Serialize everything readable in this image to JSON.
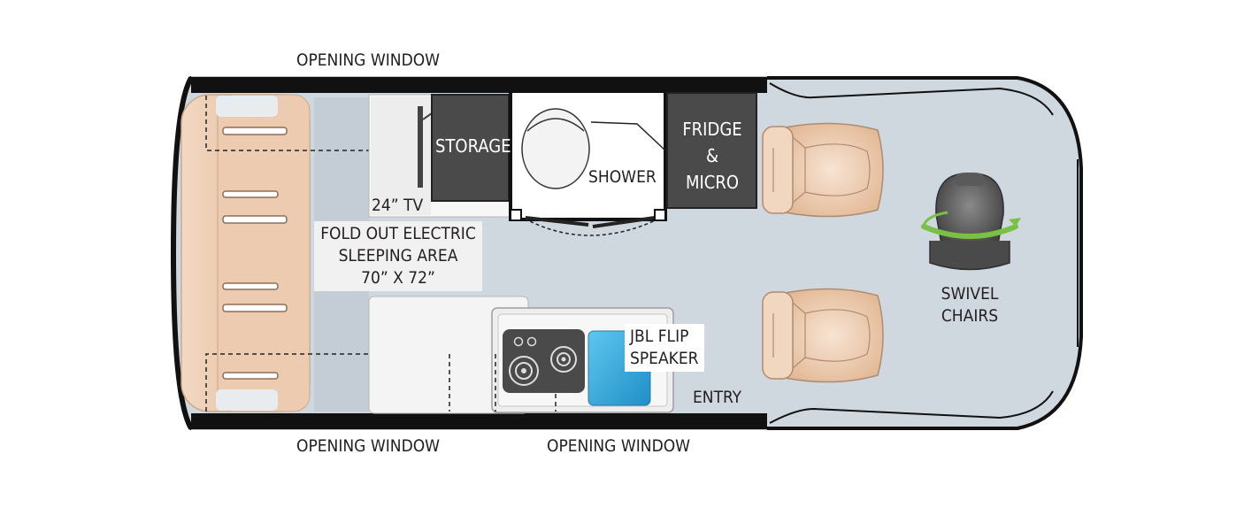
{
  "floorplan": {
    "labels": {
      "window_top": "OPENING WINDOW",
      "window_bottom_left": "OPENING WINDOW",
      "window_bottom_right": "OPENING WINDOW",
      "storage": "STORAGE",
      "tv": "24” TV",
      "shower": "SHOWER",
      "fridge_line1": "FRIDGE",
      "fridge_line2": "&",
      "fridge_line3": "MICRO",
      "sleep_line1": "FOLD OUT ELECTRIC",
      "sleep_line2": "SLEEPING AREA",
      "sleep_line3": "70” X 72”",
      "speaker_line1": "JBL FLIP",
      "speaker_line2": "SPEAKER",
      "entry": "ENTRY",
      "swivel_line1": "SWIVEL",
      "swivel_line2": "CHAIRS"
    },
    "icons": [
      "sofa-bed-icon",
      "tv-icon",
      "toilet-icon",
      "cooktop-icon",
      "sink-icon",
      "cab-seat-icon",
      "swivel-arrow-icon"
    ],
    "colors": {
      "floor": "#cfd7df",
      "wall": "#111111",
      "cabinet": "#f4f4f4",
      "dark_cabinet": "#4a4a4a",
      "upholstery": "#ecc9ad",
      "swivel_accent": "#7ac143",
      "sink_water": "#3aa8d8"
    }
  }
}
